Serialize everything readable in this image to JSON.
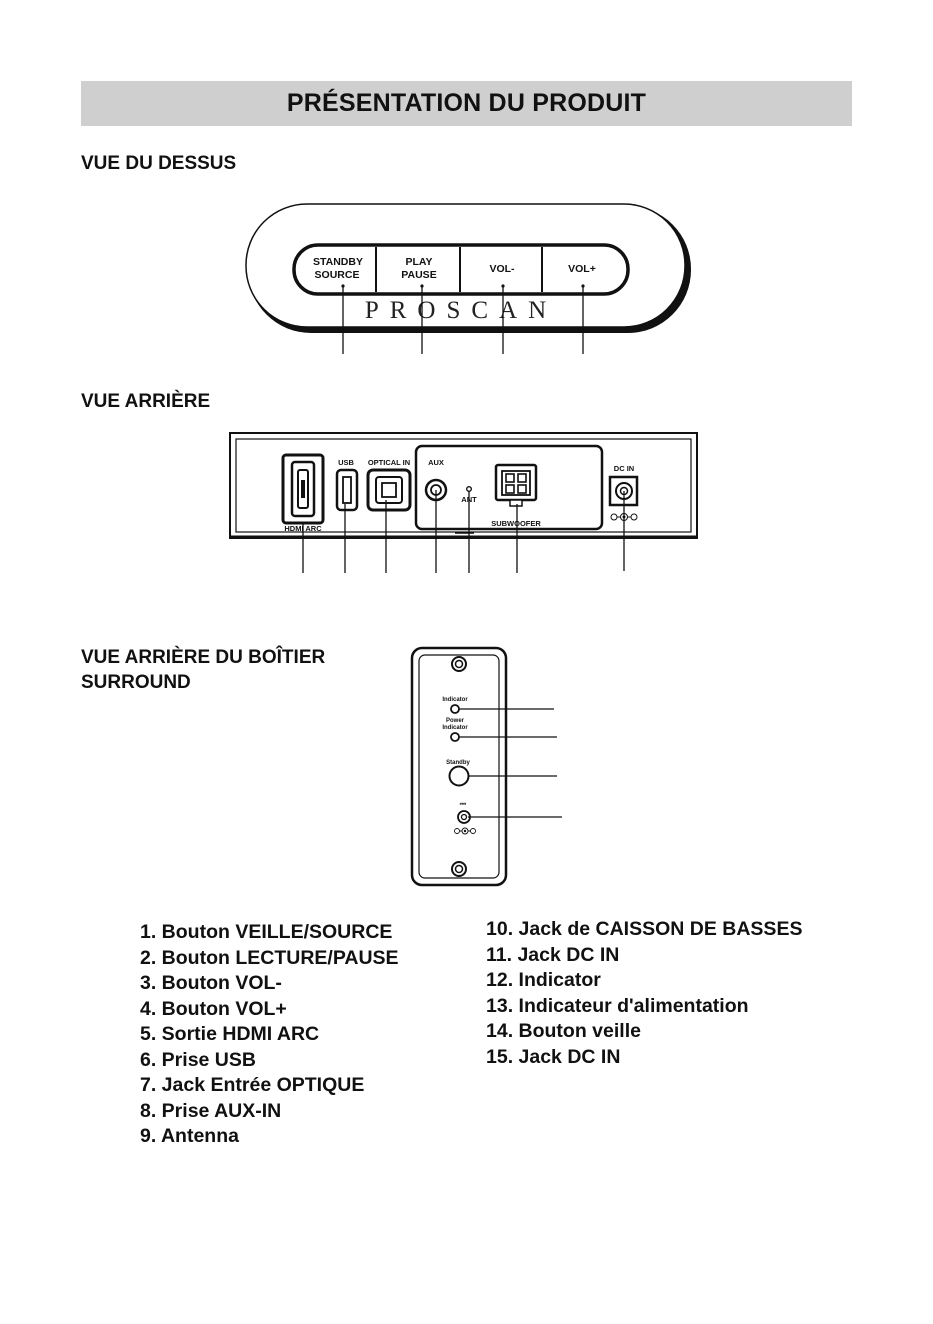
{
  "page": {
    "title": "PRÉSENTATION DU PRODUIT"
  },
  "top_view": {
    "heading": "VUE DU DESSUS",
    "buttons": [
      {
        "line1": "STANDBY",
        "line2": "SOURCE"
      },
      {
        "line1": "PLAY",
        "line2": "PAUSE"
      },
      {
        "line1": "VOL-",
        "line2": ""
      },
      {
        "line1": "VOL+",
        "line2": ""
      }
    ],
    "brand": "PROSCAN"
  },
  "rear_view": {
    "heading": "VUE ARRIÈRE",
    "labels": {
      "hdmi": "HDMI ARC",
      "usb": "USB",
      "optical": "OPTICAL IN",
      "aux": "AUX",
      "ant": "ANT",
      "subwoofer": "SUBWOOFER",
      "dc_in": "DC IN"
    }
  },
  "surround_view": {
    "heading_line1": "VUE ARRIÈRE DU BOÎTIER",
    "heading_line2": "SURROUND",
    "labels": {
      "indicator": "Indicator",
      "power_line1": "Power",
      "power_line2": "Indicator",
      "standby": "Standby",
      "dc_symbol": "⎓"
    }
  },
  "legend": {
    "left": [
      "1. Bouton VEILLE/SOURCE",
      "2. Bouton LECTURE/PAUSE",
      "3. Bouton VOL-",
      "4. Bouton VOL+",
      "5. Sortie HDMI ARC",
      "6. Prise USB",
      "7. Jack Entrée OPTIQUE",
      "8. Prise AUX-IN",
      "9. Antenna"
    ],
    "right": [
      "10. Jack de CAISSON DE BASSES",
      "11. Jack DC IN",
      "12. Indicator",
      "13. Indicateur d'alimentation",
      "14. Bouton veille",
      "15. Jack DC IN"
    ]
  }
}
